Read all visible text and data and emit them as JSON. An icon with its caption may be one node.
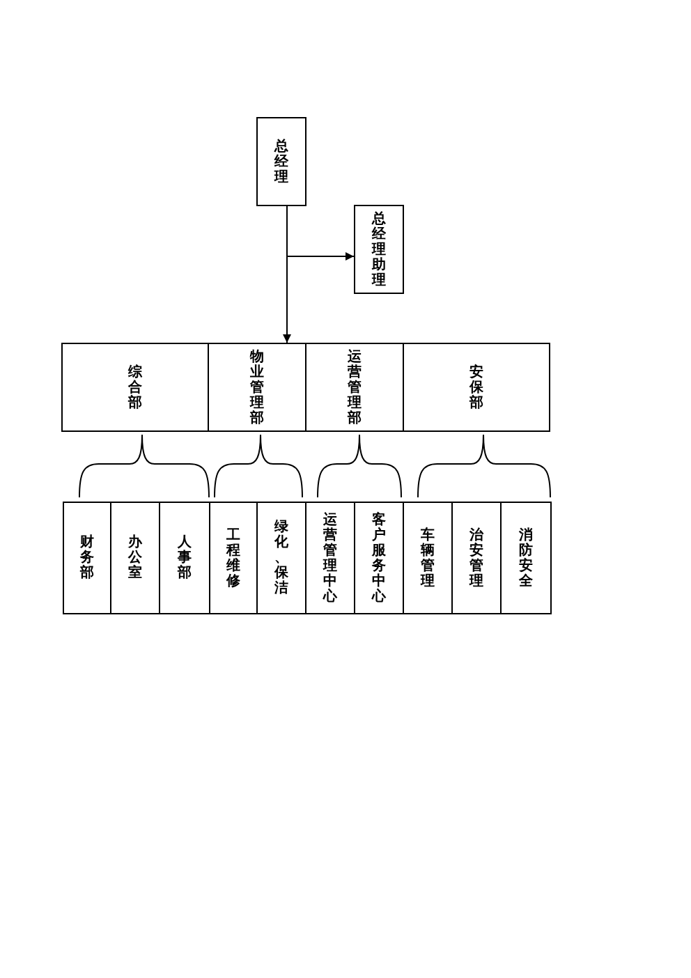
{
  "diagram": {
    "nodes": [
      {
        "text": [
          "总经理"
        ]
      },
      {
        "text": [
          "总经理助理"
        ]
      },
      {
        "text": [
          "综合部"
        ]
      },
      {
        "text": [
          "物业管理部"
        ]
      },
      {
        "text": [
          "运营管理部"
        ]
      },
      {
        "text": [
          "安保部"
        ]
      },
      {
        "text": [
          "财务部"
        ]
      },
      {
        "text": [
          "办公室"
        ]
      },
      {
        "text": [
          "人事部"
        ]
      },
      {
        "text": [
          "工程维修"
        ]
      },
      {
        "text": [
          "绿化、保洁"
        ]
      },
      {
        "text": [
          "运营管理中心"
        ]
      },
      {
        "text": [
          "客户服务中心"
        ]
      },
      {
        "text": [
          "车辆管理"
        ]
      },
      {
        "text": [
          "治安管理"
        ]
      },
      {
        "text": [
          "消防安全"
        ]
      }
    ],
    "edges": [
      {
        "from": 0,
        "to": 1,
        "arrow": "to"
      },
      {
        "from": 0,
        "to": 3,
        "arrow": "to"
      }
    ]
  }
}
